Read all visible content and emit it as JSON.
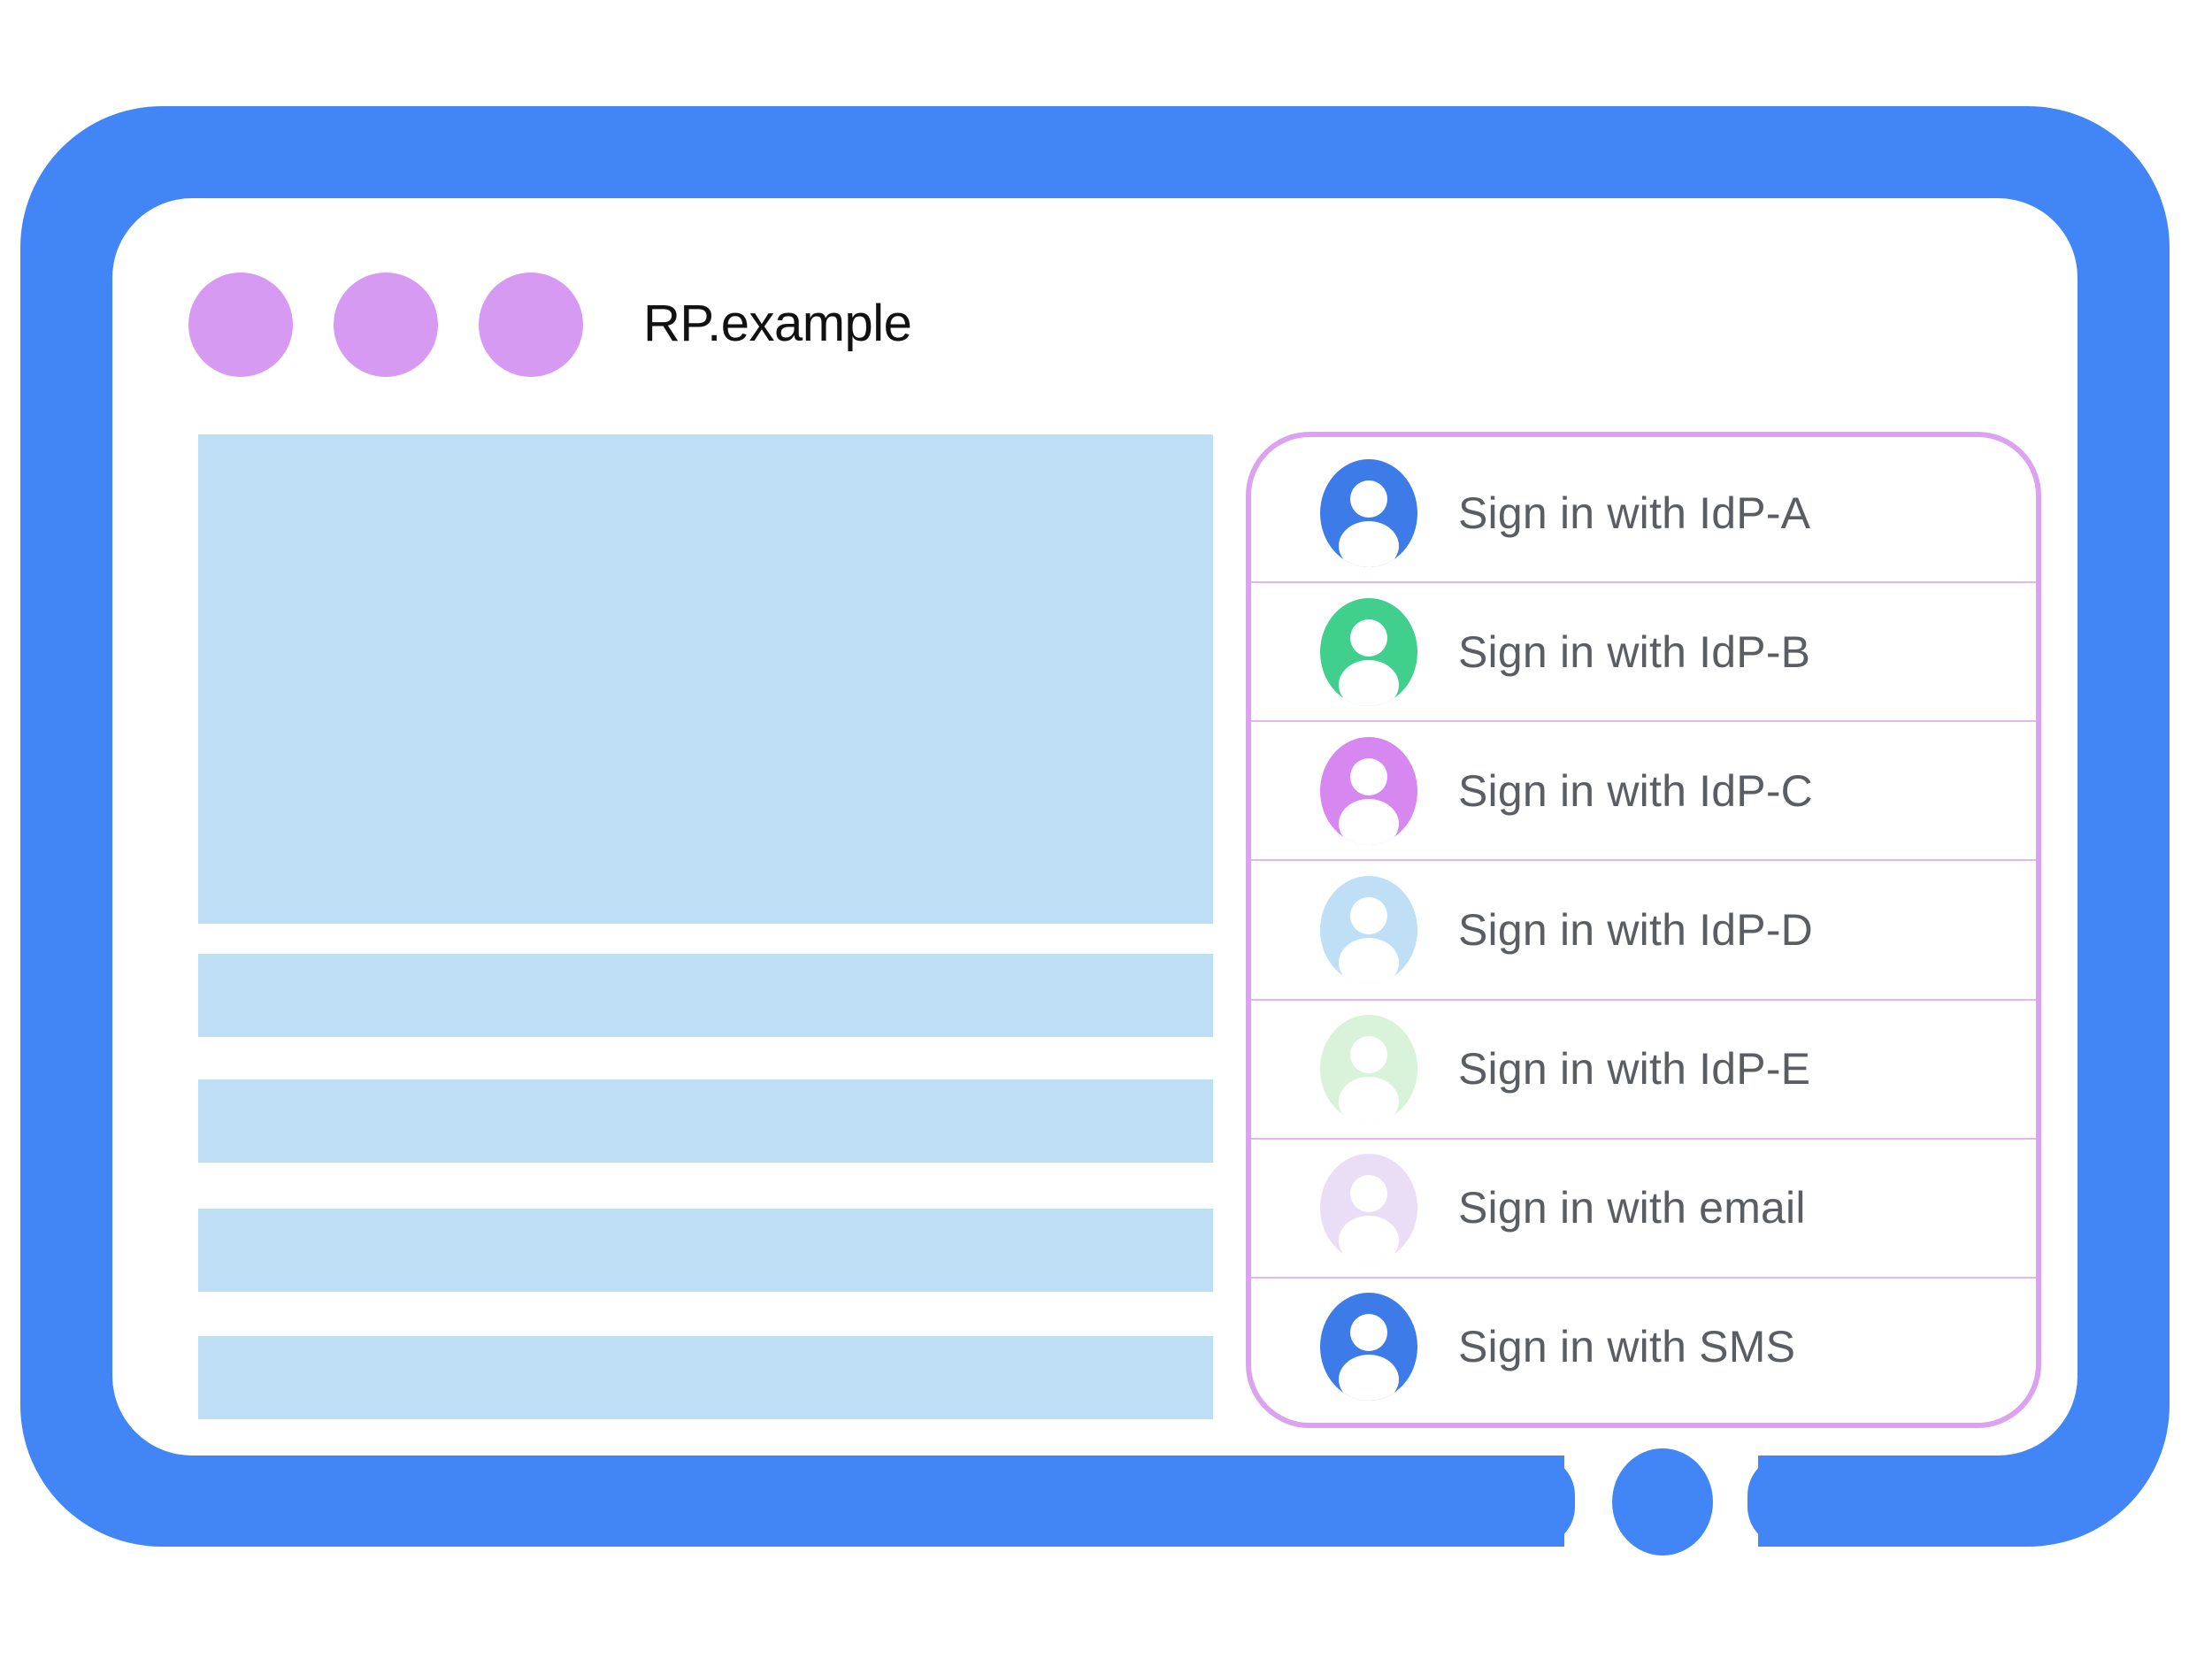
{
  "window": {
    "title": "RP.example",
    "control_dots": 3
  },
  "colors": {
    "frame_blue": "#4285F7",
    "window_dot_purple": "#D79AF3",
    "skeleton_blue": "#BDDEF4",
    "panel_border_purple": "#DBA2F0",
    "row_divider_pink": "#E5B5EE",
    "label_gray": "#5A5E63",
    "title_black": "#111111"
  },
  "content_skeleton": {
    "hero_block": 1,
    "text_bars": 4
  },
  "signin_panel": {
    "items": [
      {
        "label": "Sign in with IdP-A",
        "avatar_color": "#3D7BE8",
        "icon": "person-avatar-icon"
      },
      {
        "label": "Sign in with IdP-B",
        "avatar_color": "#41CF8D",
        "icon": "person-avatar-icon"
      },
      {
        "label": "Sign in with IdP-C",
        "avatar_color": "#D687F0",
        "icon": "person-avatar-icon"
      },
      {
        "label": "Sign in with IdP-D",
        "avatar_color": "#BFDFF6",
        "icon": "person-avatar-icon"
      },
      {
        "label": "Sign in with IdP-E",
        "avatar_color": "#D9F2DA",
        "icon": "person-avatar-icon"
      },
      {
        "label": "Sign in with email",
        "avatar_color": "#EADDF6",
        "icon": "person-avatar-icon"
      },
      {
        "label": "Sign in with SMS",
        "avatar_color": "#3D7BE8",
        "icon": "person-avatar-icon"
      }
    ]
  }
}
